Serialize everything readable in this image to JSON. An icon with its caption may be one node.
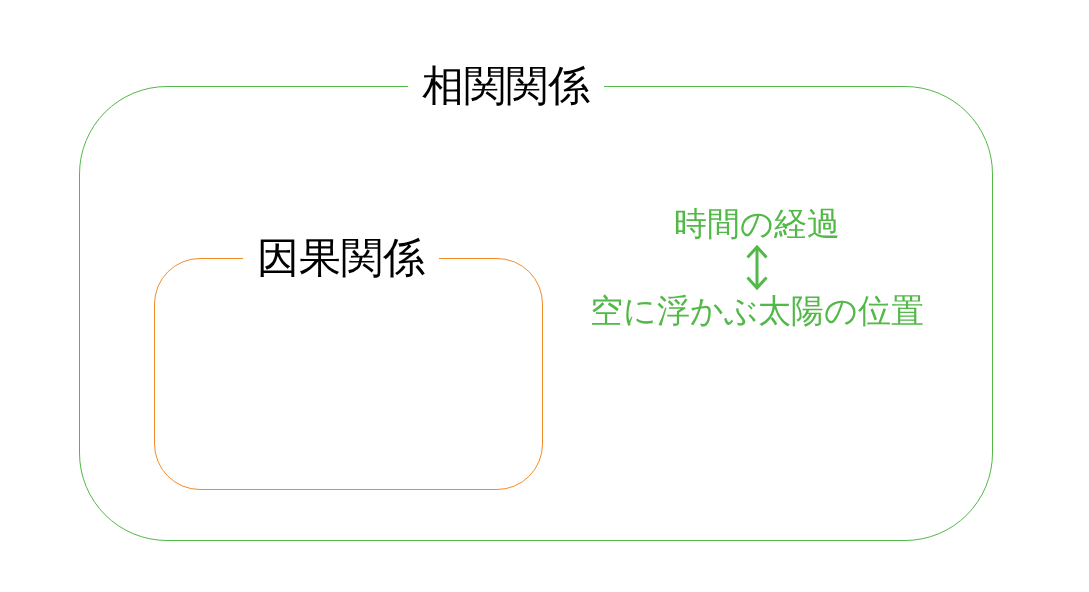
{
  "diagram": {
    "nodes": [
      {
        "text": [
          "相関関係"
        ]
      },
      {
        "text": [
          "因果関係"
        ],
        "in": 0
      },
      {
        "text": [
          "時間の経過"
        ],
        "in": 0
      },
      {
        "text": [
          "空に浮かぶ太陽の位置"
        ],
        "in": 0
      }
    ],
    "edges": [
      {
        "from": 2,
        "to": 3,
        "arrow": "both"
      }
    ]
  }
}
